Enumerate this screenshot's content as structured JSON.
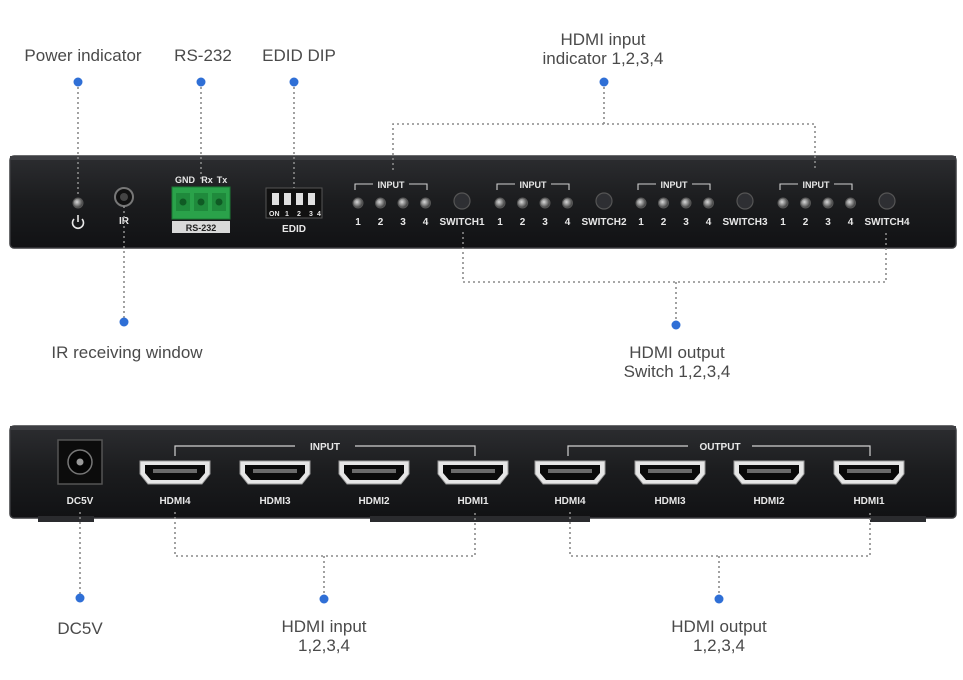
{
  "callouts": {
    "power_indicator": "Power indicator",
    "rs232": "RS-232",
    "edid_dip": "EDID DIP",
    "hdmi_input_indicator_line1": "HDMI input",
    "hdmi_input_indicator_line2": "indicator 1,2,3,4",
    "ir_window": "IR receiving window",
    "hdmi_output_switch_line1": "HDMI output",
    "hdmi_output_switch_line2": "Switch 1,2,3,4",
    "dc5v": "DC5V",
    "hdmi_input_line1": "HDMI input",
    "hdmi_input_line2": "1,2,3,4",
    "hdmi_output_line1": "HDMI output",
    "hdmi_output_line2": "1,2,3,4"
  },
  "front_panel": {
    "ir_label": "IR",
    "rs232": {
      "pins": [
        "GND",
        "Rx",
        "Tx"
      ],
      "label": "RS-232"
    },
    "edid": {
      "label": "EDID",
      "switch_numbers": [
        "1",
        "2",
        "3",
        "4"
      ],
      "on_mark": "ON"
    },
    "input_groups": [
      {
        "header": "INPUT",
        "numbers": [
          "1",
          "2",
          "3",
          "4"
        ],
        "switch": "SWITCH1"
      },
      {
        "header": "INPUT",
        "numbers": [
          "1",
          "2",
          "3",
          "4"
        ],
        "switch": "SWITCH2"
      },
      {
        "header": "INPUT",
        "numbers": [
          "1",
          "2",
          "3",
          "4"
        ],
        "switch": "SWITCH3"
      },
      {
        "header": "INPUT",
        "numbers": [
          "1",
          "2",
          "3",
          "4"
        ],
        "switch": "SWITCH4"
      }
    ]
  },
  "rear_panel": {
    "dc_label": "DC5V",
    "input_group_label": "INPUT",
    "output_group_label": "OUTPUT",
    "input_ports": [
      "HDMI4",
      "HDMI3",
      "HDMI2",
      "HDMI1"
    ],
    "output_ports": [
      "HDMI4",
      "HDMI3",
      "HDMI2",
      "HDMI1"
    ]
  },
  "colors": {
    "panel": "#1c1d1f",
    "panel_edge": "#3a3b3e",
    "callout_dot": "#2f6fd6",
    "callout_line": "#8a8a8a",
    "terminal_green": "#2aa24a",
    "text": "#4a4a4a",
    "panel_text": "#e8e8e8"
  }
}
